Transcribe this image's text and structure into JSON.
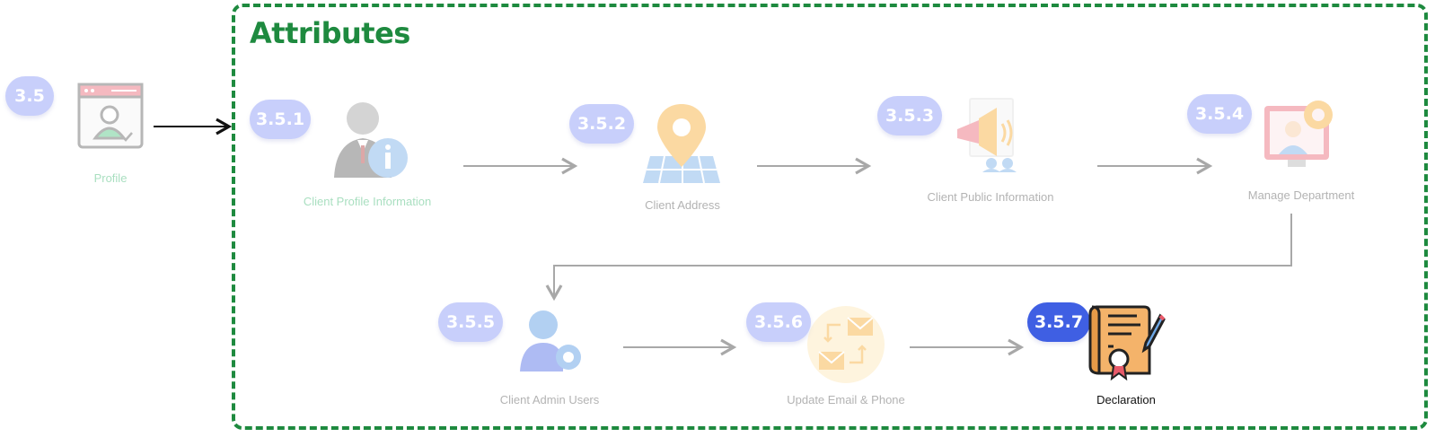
{
  "group": {
    "title": "Attributes"
  },
  "source": {
    "badge": "3.5",
    "label": "Profile",
    "icon": "profile-window-icon"
  },
  "steps": [
    {
      "badge": "3.5.1",
      "label": "Client Profile Information",
      "icon": "client-info-icon"
    },
    {
      "badge": "3.5.2",
      "label": "Client Address",
      "icon": "map-pin-icon"
    },
    {
      "badge": "3.5.3",
      "label": "Client Public Information",
      "icon": "megaphone-icon"
    },
    {
      "badge": "3.5.4",
      "label": "Manage Department",
      "icon": "department-settings-icon"
    },
    {
      "badge": "3.5.5",
      "label": "Client Admin Users",
      "icon": "admin-user-gear-icon"
    },
    {
      "badge": "3.5.6",
      "label": "Update Email & Phone",
      "icon": "email-swap-icon"
    },
    {
      "badge": "3.5.7",
      "label": "Declaration",
      "icon": "declaration-scroll-icon"
    }
  ],
  "active_step": "3.5.7",
  "colors": {
    "frame": "#1e8a3f",
    "badge": "#c8cffb",
    "badge_active": "#3f5fe3",
    "arrow": "#b0b0b0"
  }
}
